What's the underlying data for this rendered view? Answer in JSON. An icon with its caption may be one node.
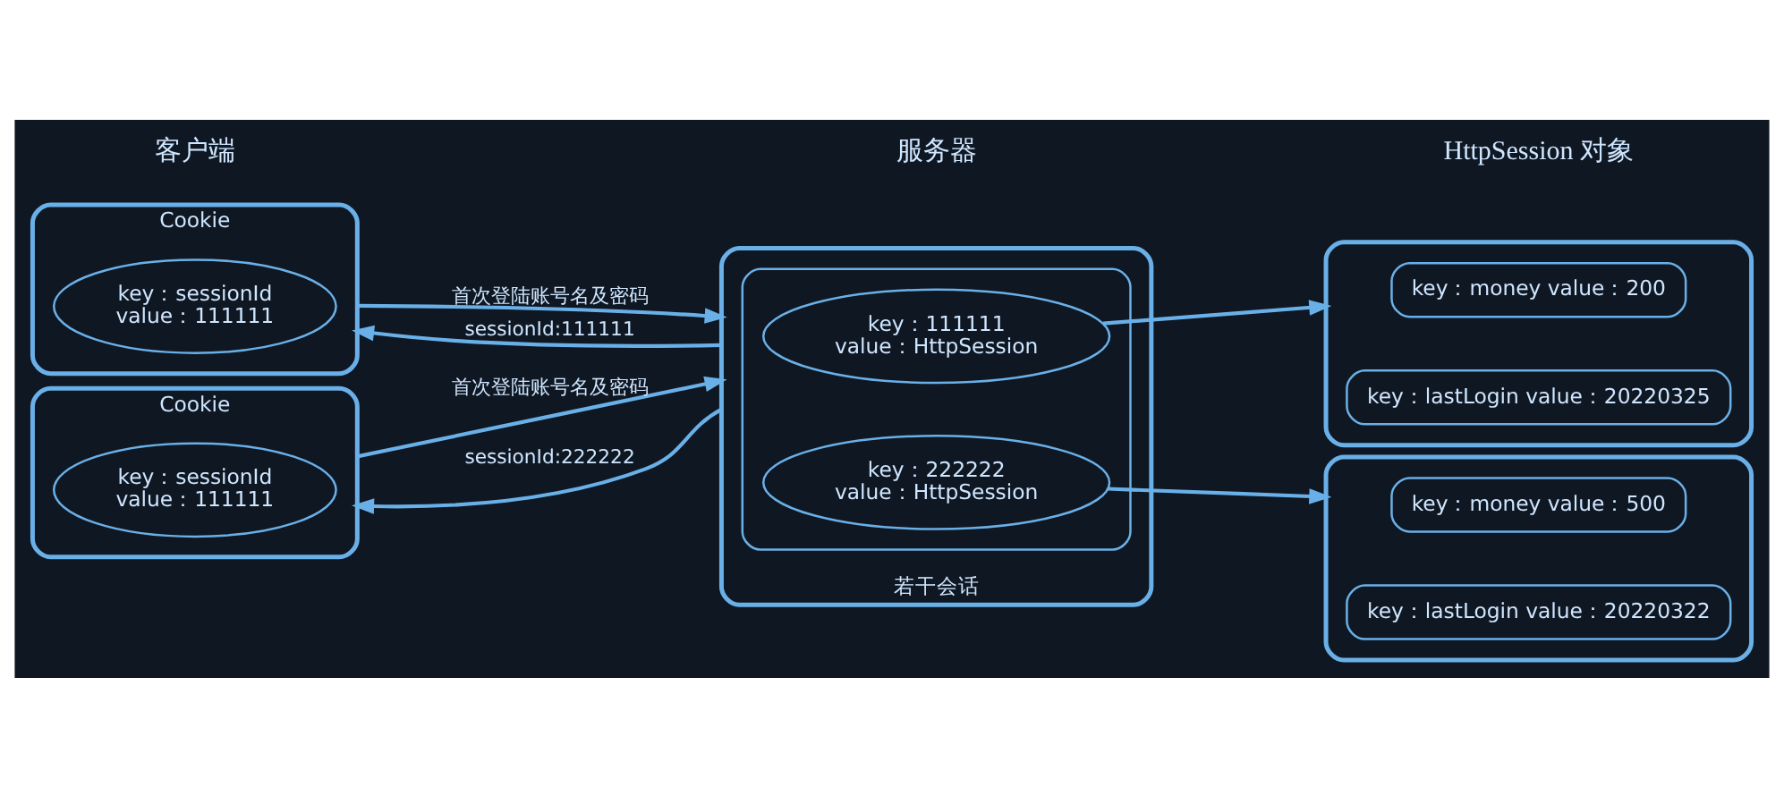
{
  "diagram": {
    "nodes": [
      {
        "text": [
          "Cookie"
        ]
      },
      {
        "text": [
          "key：sessionId value：111111"
        ],
        "in": 0
      },
      {
        "text": [
          "Cookie"
        ]
      },
      {
        "text": [
          "key：sessionId value：111111"
        ],
        "in": 2
      },
      {
        "text": [
          "若干会话"
        ]
      },
      {
        "text": [],
        "shape": "box",
        "in": 4
      },
      {
        "text": [
          "key：111111 value：HttpSession"
        ],
        "in": 5
      },
      {
        "text": [
          "key：222222 value：HttpSession"
        ],
        "in": 5
      },
      {
        "text": [],
        "shape": "box"
      },
      {
        "text": [
          "key：money value：200"
        ],
        "in": 8
      },
      {
        "text": [
          "key：lastLogin value：20220325"
        ],
        "in": 8
      },
      {
        "text": [],
        "shape": "box"
      },
      {
        "text": [
          "key：money value：500"
        ],
        "in": 11
      },
      {
        "text": [
          "key：lastLogin value：20220322"
        ],
        "in": 11
      }
    ],
    "edges": [
      {
        "from": 0,
        "to": 4,
        "arrow": "to",
        "label": "首次登陆账号名及密码"
      },
      {
        "from": 4,
        "to": 0,
        "arrow": "to",
        "label": "sessionId:111111"
      },
      {
        "from": 2,
        "to": 4,
        "arrow": "to",
        "label": "首次登陆账号名及密码"
      },
      {
        "from": 4,
        "to": 2,
        "arrow": "to",
        "label": "sessionId:222222"
      },
      {
        "from": 6,
        "to": 8,
        "arrow": "to"
      },
      {
        "from": 7,
        "to": 11,
        "arrow": "to"
      }
    ],
    "labels": [
      "客户端",
      "服务器",
      "HttpSession 对象"
    ]
  }
}
